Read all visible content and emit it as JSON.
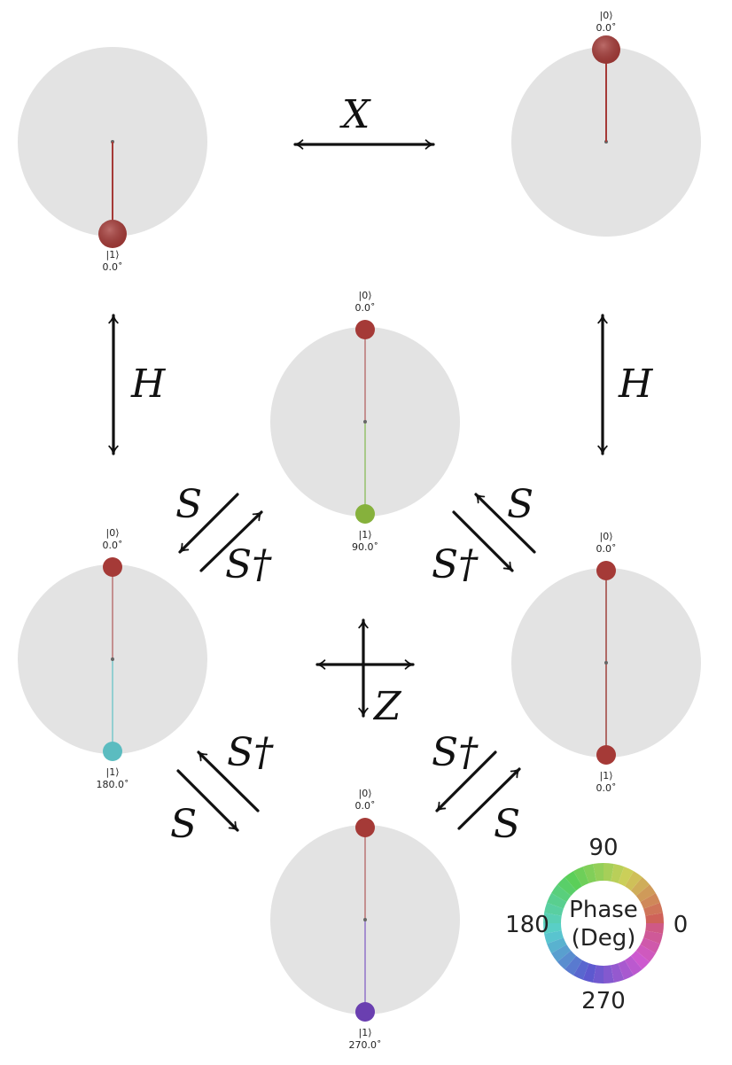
{
  "qsphere_states": [
    {
      "id": "s1",
      "kets": [
        {
          "label": "|1⟩",
          "phase": "0.0˚",
          "color": "#a53a37"
        }
      ]
    },
    {
      "id": "s0",
      "kets": [
        {
          "label": "|0⟩",
          "phase": "0.0˚",
          "color": "#a53a37"
        }
      ]
    },
    {
      "id": "plus_i",
      "kets": [
        {
          "label": "|0⟩",
          "phase": "0.0˚",
          "color": "#a53a37"
        },
        {
          "label": "|1⟩",
          "phase": "90.0˚",
          "color": "#86b13c"
        }
      ]
    },
    {
      "id": "minus",
      "kets": [
        {
          "label": "|0⟩",
          "phase": "0.0˚",
          "color": "#a53a37"
        },
        {
          "label": "|1⟩",
          "phase": "180.0˚",
          "color": "#5bbcc0"
        }
      ]
    },
    {
      "id": "plus",
      "kets": [
        {
          "label": "|0⟩",
          "phase": "0.0˚",
          "color": "#a53a37"
        },
        {
          "label": "|1⟩",
          "phase": "0.0˚",
          "color": "#a53a37"
        }
      ]
    },
    {
      "id": "minus_i",
      "kets": [
        {
          "label": "|0⟩",
          "phase": "0.0˚",
          "color": "#a53a37"
        },
        {
          "label": "|1⟩",
          "phase": "270.0˚",
          "color": "#6a3fb0"
        }
      ]
    }
  ],
  "gates": {
    "x": "X",
    "h_left": "H",
    "h_right": "H",
    "s": "S",
    "s_dagger": "S†",
    "z": "Z"
  },
  "phase_wheel": {
    "title_line1": "Phase",
    "title_line2": "(Deg)",
    "top": "90",
    "left": "180",
    "right": "0",
    "bottom": "270"
  },
  "colors": {
    "sphere": "#e3e3e3",
    "arrow": "#111111"
  }
}
